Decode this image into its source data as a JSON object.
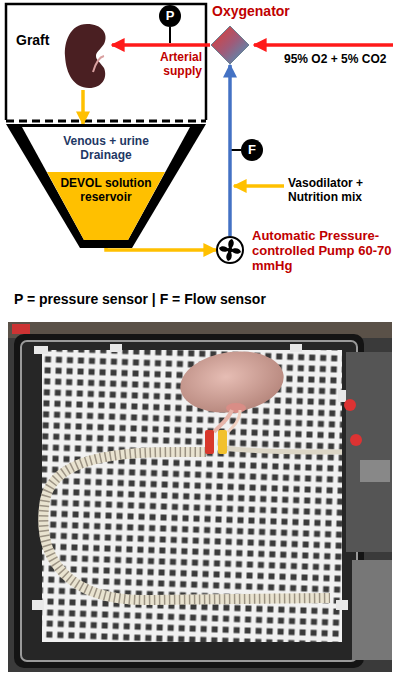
{
  "diagram": {
    "nodes": [
      {
        "text": [
          "Graft"
        ]
      },
      {
        "text": [
          "P"
        ]
      },
      {
        "text": [
          "Oxygenator"
        ]
      },
      {
        "text": [
          "Venous + urine Drainage"
        ]
      },
      {
        "text": [
          "DEVOL solution reservoir"
        ],
        "in": 3
      },
      {
        "text": [
          "F"
        ]
      },
      {
        "text": [
          "Automatic Pressure-controlled Pump 60-70 mmHg"
        ]
      }
    ],
    "edges": [
      {
        "from": 2,
        "to": 0,
        "arrow": "to"
      },
      {
        "from": 0,
        "to": 3,
        "arrow": "to"
      },
      {
        "from": 4,
        "to": 6,
        "arrow": "to"
      },
      {
        "from": 6,
        "to": 2,
        "arrow": "to"
      }
    ],
    "labels": [
      "Arterial supply",
      "95% O2 + 5% CO2",
      "Vasodilator + Nutrition mix",
      "P = pressure sensor | F = Flow sensor"
    ]
  }
}
